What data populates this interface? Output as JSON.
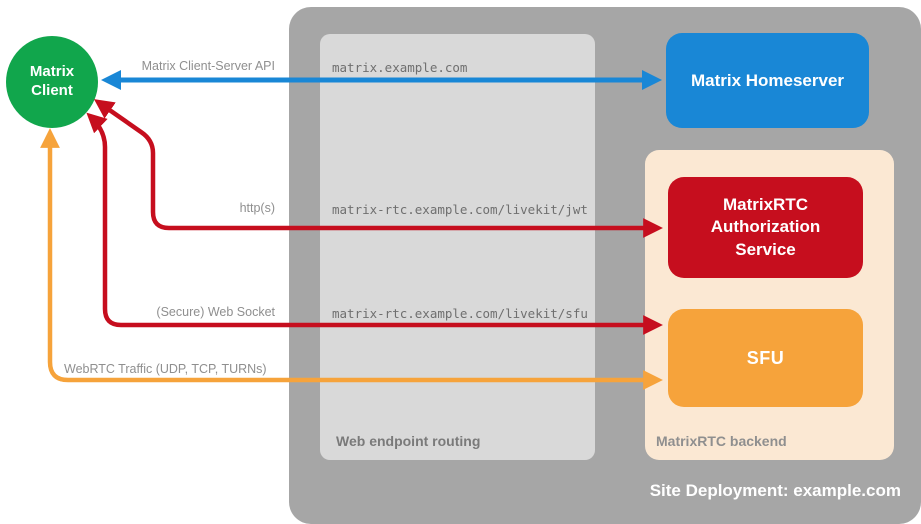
{
  "diagram": {
    "nodes": {
      "client": {
        "label": "Matrix Client"
      },
      "homeserver": {
        "label": "Matrix Homeserver"
      },
      "auth_service": {
        "label": "MatrixRTC Authorization Service"
      },
      "sfu": {
        "label": "SFU"
      }
    },
    "containers": {
      "deployment": {
        "label": "Site Deployment: example.com"
      },
      "routing": {
        "label": "Web endpoint routing"
      },
      "backend": {
        "label": "MatrixRTC backend"
      }
    },
    "connections": [
      {
        "id": "client-server-api",
        "label": "Matrix Client-Server API",
        "endpoint": "matrix.example.com",
        "color": "#1987d6",
        "direction": "bidirectional"
      },
      {
        "id": "http-jwt",
        "label": "http(s)",
        "endpoint": "matrix-rtc.example.com/livekit/jwt",
        "color": "#c60e1e",
        "direction": "bidirectional"
      },
      {
        "id": "secure-websocket-sfu",
        "label": "(Secure) Web Socket",
        "endpoint": "matrix-rtc.example.com/livekit/sfu",
        "color": "#c60e1e",
        "direction": "bidirectional"
      },
      {
        "id": "webrtc-traffic",
        "label": "WebRTC Traffic (UDP, TCP, TURNs)",
        "color": "#f6a33b",
        "direction": "bidirectional"
      }
    ],
    "colors": {
      "client_green": "#11a64c",
      "homeserver_blue": "#1987d6",
      "auth_red": "#c60e1e",
      "sfu_orange": "#f6a33b",
      "backend_bg": "#fbe8d3",
      "routing_bg": "#d9d9d9",
      "deployment_bg": "#a6a6a6"
    }
  }
}
